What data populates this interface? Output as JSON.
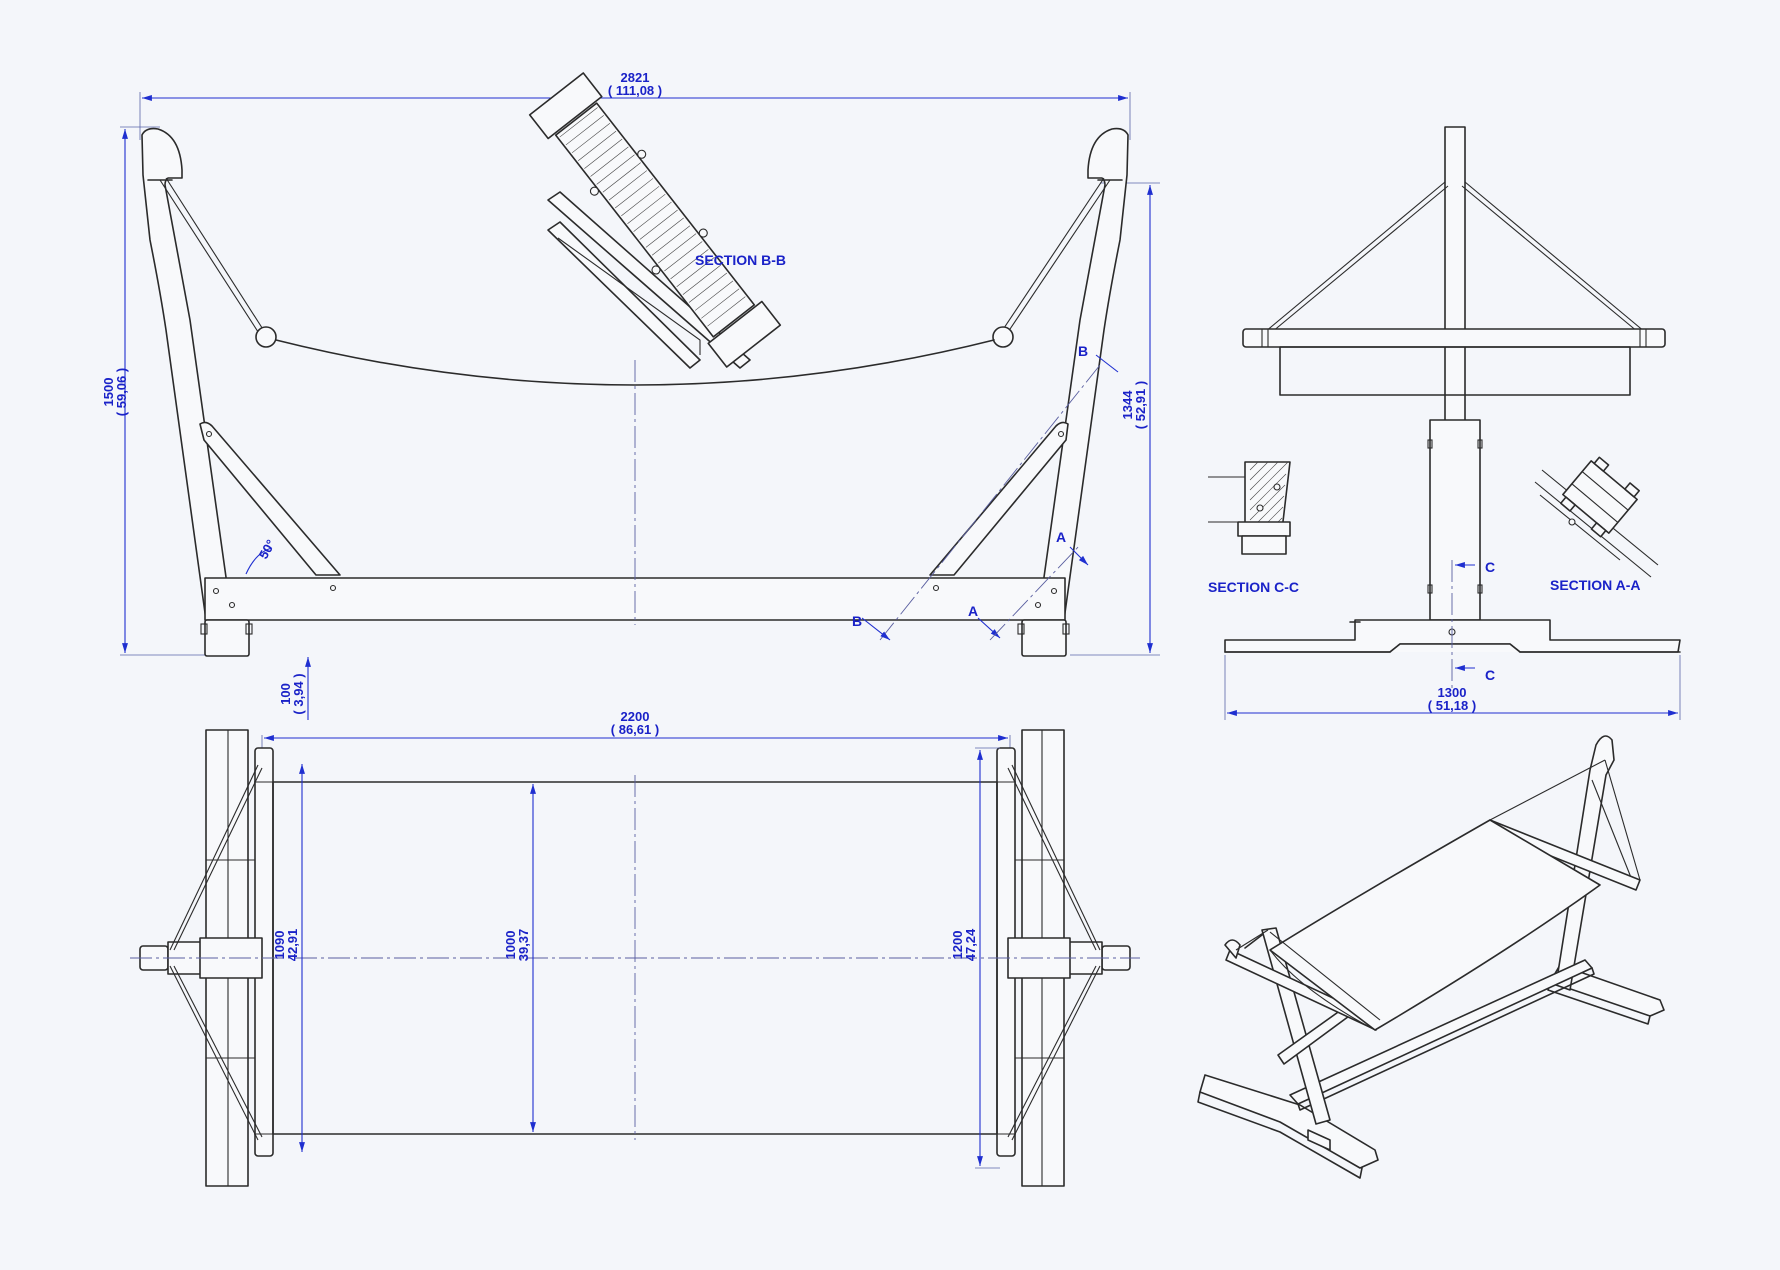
{
  "drawing": {
    "front": {
      "overall_length_mm": "2821",
      "overall_length_in": "( 111,08 )",
      "height_mm": "1500",
      "height_in": "( 59,06 )",
      "inner_height_mm": "1344",
      "inner_height_in": "( 52,91 )",
      "foot_height_mm": "100",
      "foot_height_in": "( 3,94 )",
      "angle": "50°",
      "label_b1": "B",
      "label_b2": "B",
      "label_a1": "A",
      "label_a2": "A"
    },
    "section_bb": {
      "title": "SECTION B-B"
    },
    "side": {
      "width_mm": "1300",
      "width_in": "( 51,18 )",
      "label_c1": "C",
      "label_c2": "C"
    },
    "section_cc": {
      "title": "SECTION C-C"
    },
    "section_aa": {
      "title": "SECTION A-A"
    },
    "top": {
      "length_mm": "2200",
      "length_in": "( 86,61 )",
      "span_left_mm": "1090",
      "span_left_in": "42,91",
      "bed_width_mm": "1000",
      "bed_width_in": "39,37",
      "span_right_mm": "1200",
      "span_right_in": "47,24"
    }
  },
  "colors": {
    "line": "#2b2b2b",
    "dimension": "#1a22c8",
    "background": "#f4f6fa"
  }
}
